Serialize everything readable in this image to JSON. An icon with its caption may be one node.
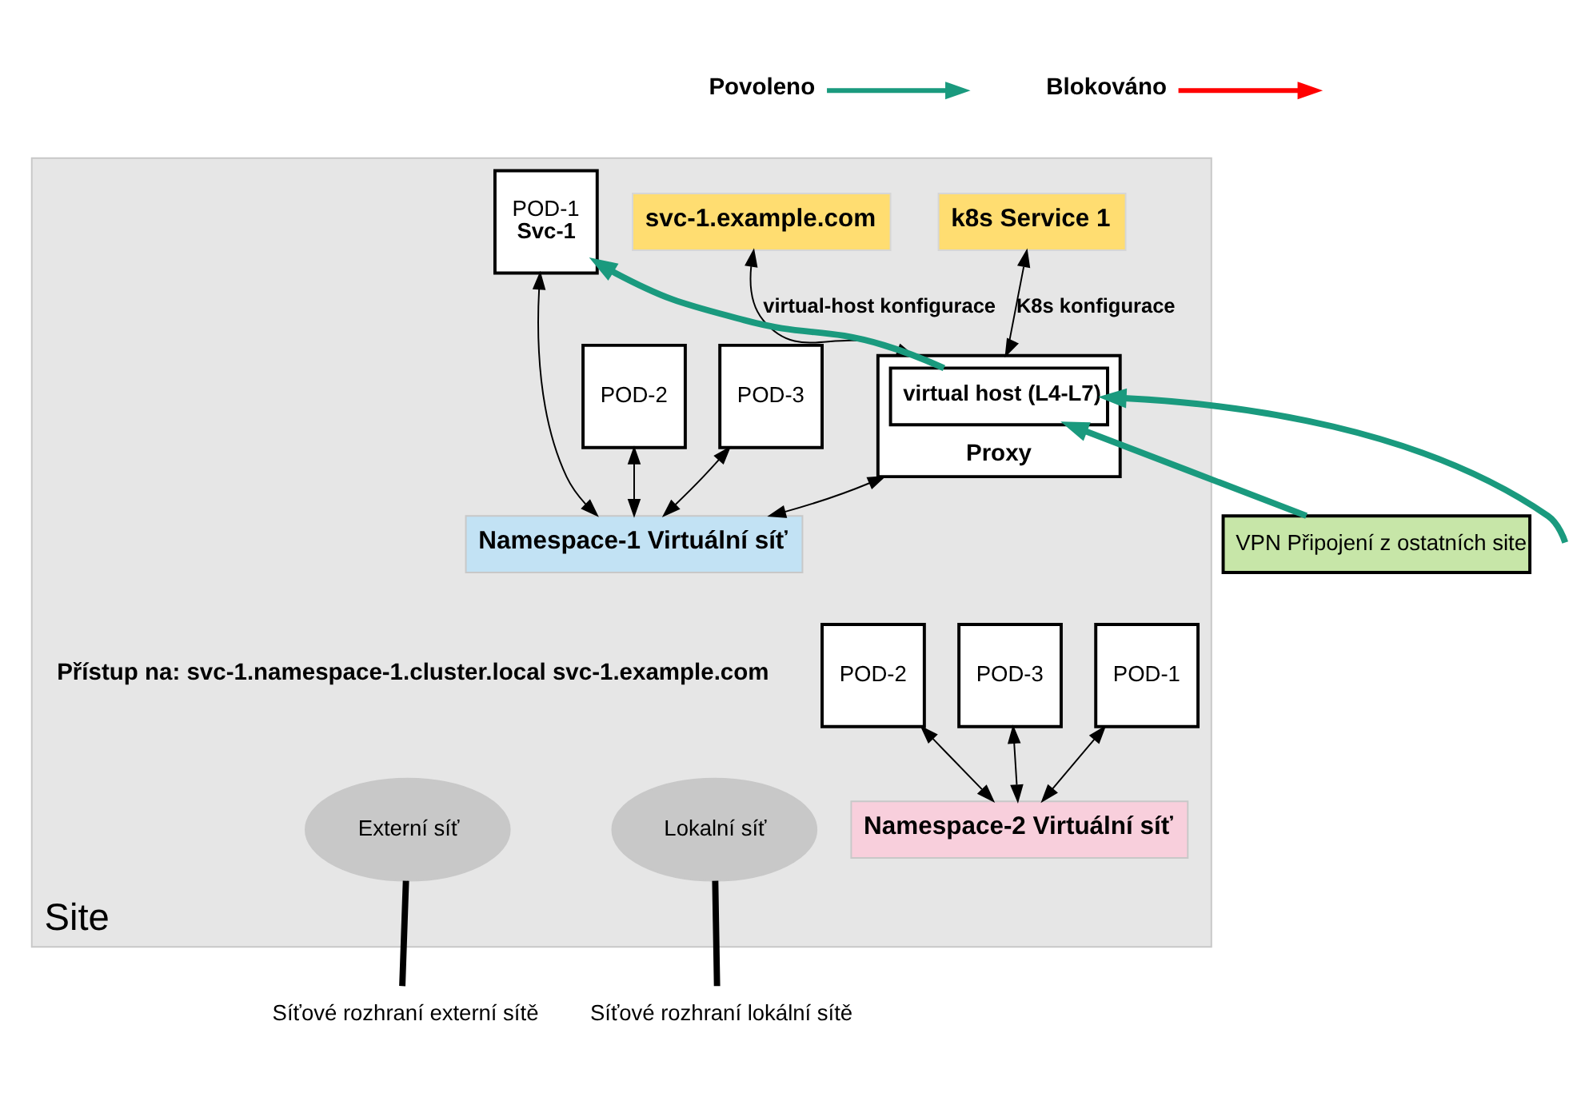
{
  "diagram": {
    "nodes": [
      {
        "text": [
          "Site"
        ]
      },
      {
        "text": [
          "k8s Service 1"
        ],
        "in": 0
      },
      {
        "text": [
          "svc-1.example.com"
        ],
        "in": 0
      },
      {
        "text": [
          "POD-1",
          "Svc-1"
        ],
        "in": 0
      },
      {
        "text": [
          "POD-2"
        ],
        "in": 0
      },
      {
        "text": [
          "POD-3"
        ],
        "in": 0
      },
      {
        "text": [
          "Proxy"
        ],
        "in": 0
      },
      {
        "text": [
          "virtual host (L4-L7)"
        ],
        "in": 6
      },
      {
        "text": [
          "POD-1"
        ],
        "in": 0
      },
      {
        "text": [
          "POD-2"
        ],
        "in": 0
      },
      {
        "text": [
          "POD-3"
        ],
        "in": 0
      },
      {
        "text": [
          "Namespace-1 Virtuální síť"
        ],
        "in": 0
      },
      {
        "text": [
          "Namespace-2 Virtuální síť"
        ],
        "in": 0
      },
      {
        "text": [
          "Externí síť"
        ],
        "in": 0
      },
      {
        "text": [
          "Lokalní síť"
        ],
        "in": 0
      },
      {
        "text": [
          "Síťové rozhraní externí sítě"
        ]
      },
      {
        "text": [
          "Síťové rozhraní lokální sítě"
        ]
      },
      {
        "text": [
          "VPN Připojení z ostatních site"
        ]
      }
    ],
    "edges": [
      {
        "from": 6,
        "to": 1,
        "arrow": "both",
        "label": "K8s konfigurace"
      },
      {
        "from": 6,
        "to": 2,
        "arrow": "both",
        "label": "virtual-host konfigurace"
      },
      {
        "from": 11,
        "to": 3,
        "arrow": "both"
      },
      {
        "from": 11,
        "to": 4,
        "arrow": "both"
      },
      {
        "from": 11,
        "to": 5,
        "arrow": "both"
      },
      {
        "from": 11,
        "to": 6,
        "arrow": "both"
      },
      {
        "from": 12,
        "to": 8,
        "arrow": "both"
      },
      {
        "from": 12,
        "to": 9,
        "arrow": "both"
      },
      {
        "from": 12,
        "to": 10,
        "arrow": "both"
      },
      {
        "from": 7,
        "to": 3,
        "arrow": "to",
        "style": "thick",
        "color": "#1a9a7e"
      },
      {
        "from": 17,
        "to": 7,
        "arrow": "to",
        "style": "thick",
        "color": "#1a9a7e"
      },
      {
        "from": null,
        "to": 7,
        "arrow": "to",
        "style": "thick",
        "color": "#1a9a7e"
      },
      {
        "from": 15,
        "to": 13,
        "arrow": "none",
        "style": "thick"
      },
      {
        "from": 16,
        "to": 14,
        "arrow": "none",
        "style": "thick"
      }
    ],
    "labels": [
      "Přístup na: svc-1.namespace-1.cluster.local svc-1.example.com"
    ],
    "legend": [
      {
        "text": "Povoleno",
        "color": "#1a9a7e"
      },
      {
        "text": "Blokováno",
        "color": "#ff0000"
      }
    ]
  }
}
